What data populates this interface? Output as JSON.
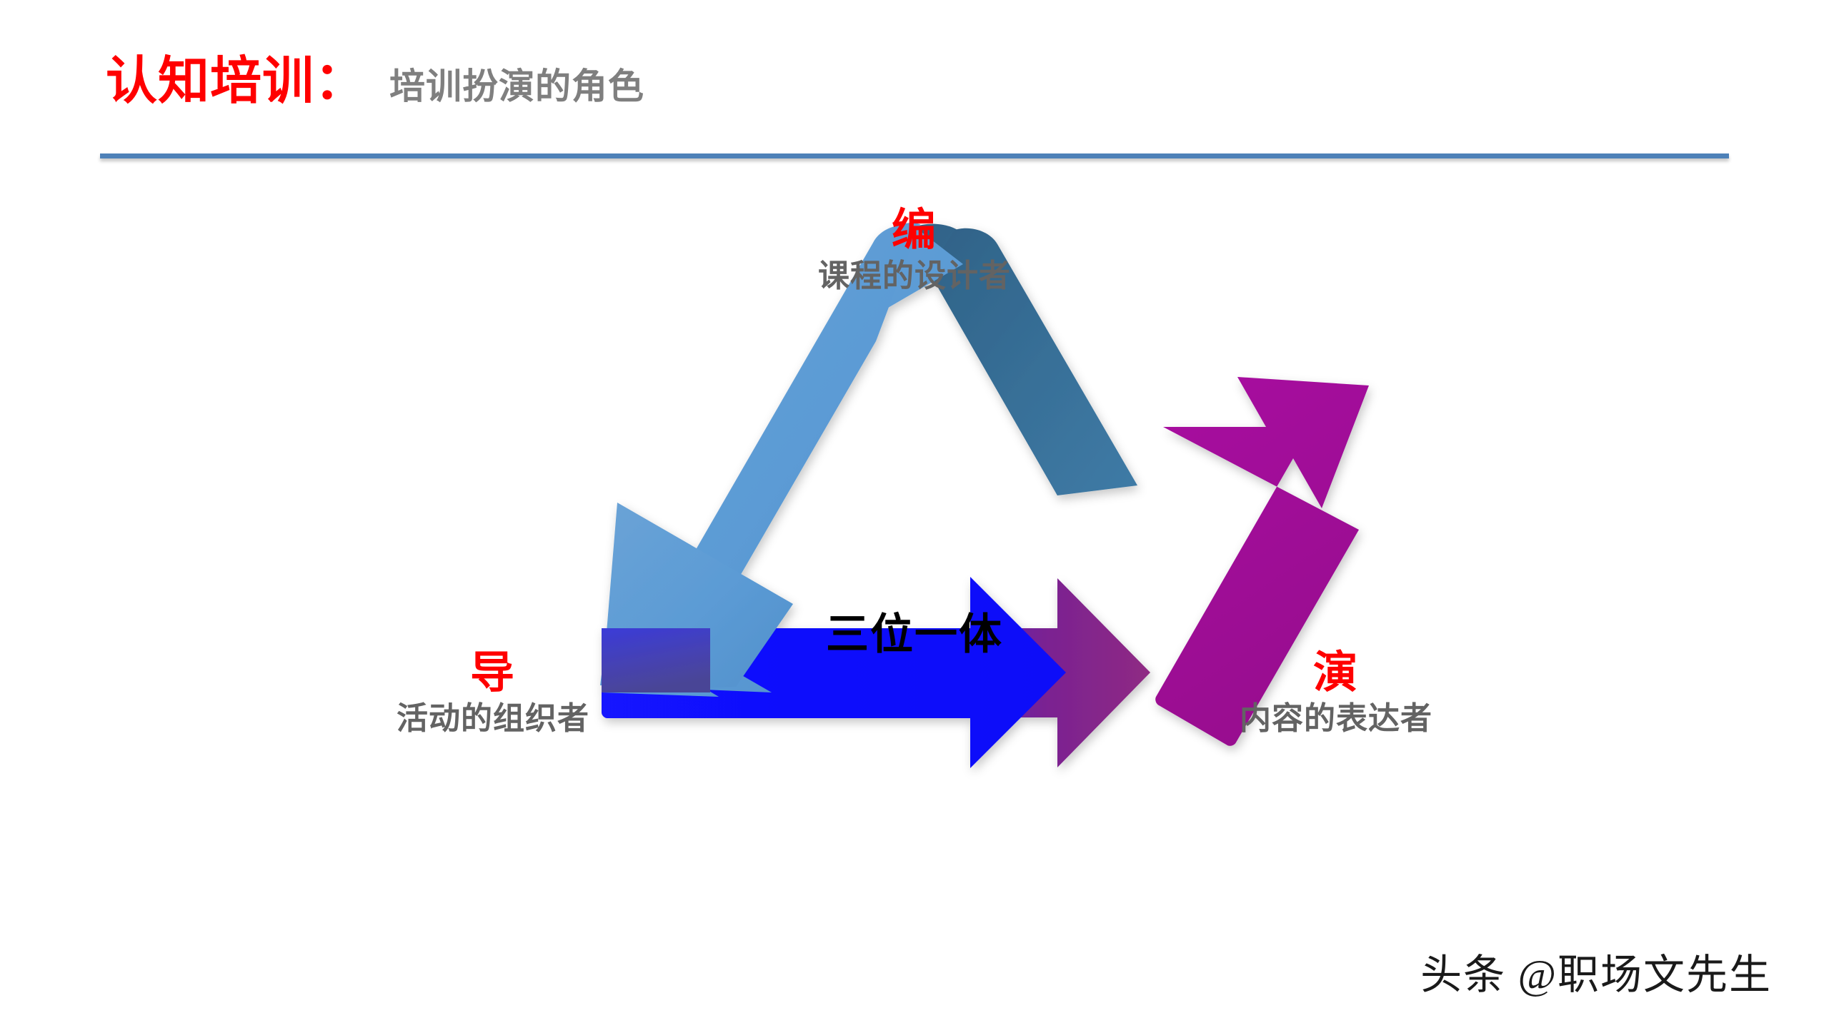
{
  "header": {
    "title_main": "认知培训：",
    "title_sub": "培训扮演的角色",
    "title_color": "#ff0000",
    "subtitle_color": "#7f7f7f",
    "rule_color": "#4e81b8"
  },
  "diagram": {
    "type": "cycle-triangle",
    "center_label": "三位一体",
    "nodes": [
      {
        "position": "top",
        "key": "编",
        "description": "课程的设计者",
        "arrow_color": "#5b9bd5",
        "arrow_shadow_color": "#31678e"
      },
      {
        "position": "left",
        "key": "导",
        "description": "活动的组织者",
        "arrow_color": "#0d0dfa",
        "arrow_shadow_color": "#3a3ab5"
      },
      {
        "position": "right",
        "key": "演",
        "description": "内容的表达者",
        "arrow_color": "#a00a96",
        "arrow_shadow_color": "#7a2a6e"
      }
    ],
    "key_color": "#ff0000",
    "description_color": "#636363",
    "center_color": "#000000"
  },
  "watermark": {
    "text": "头条 @职场文先生"
  }
}
